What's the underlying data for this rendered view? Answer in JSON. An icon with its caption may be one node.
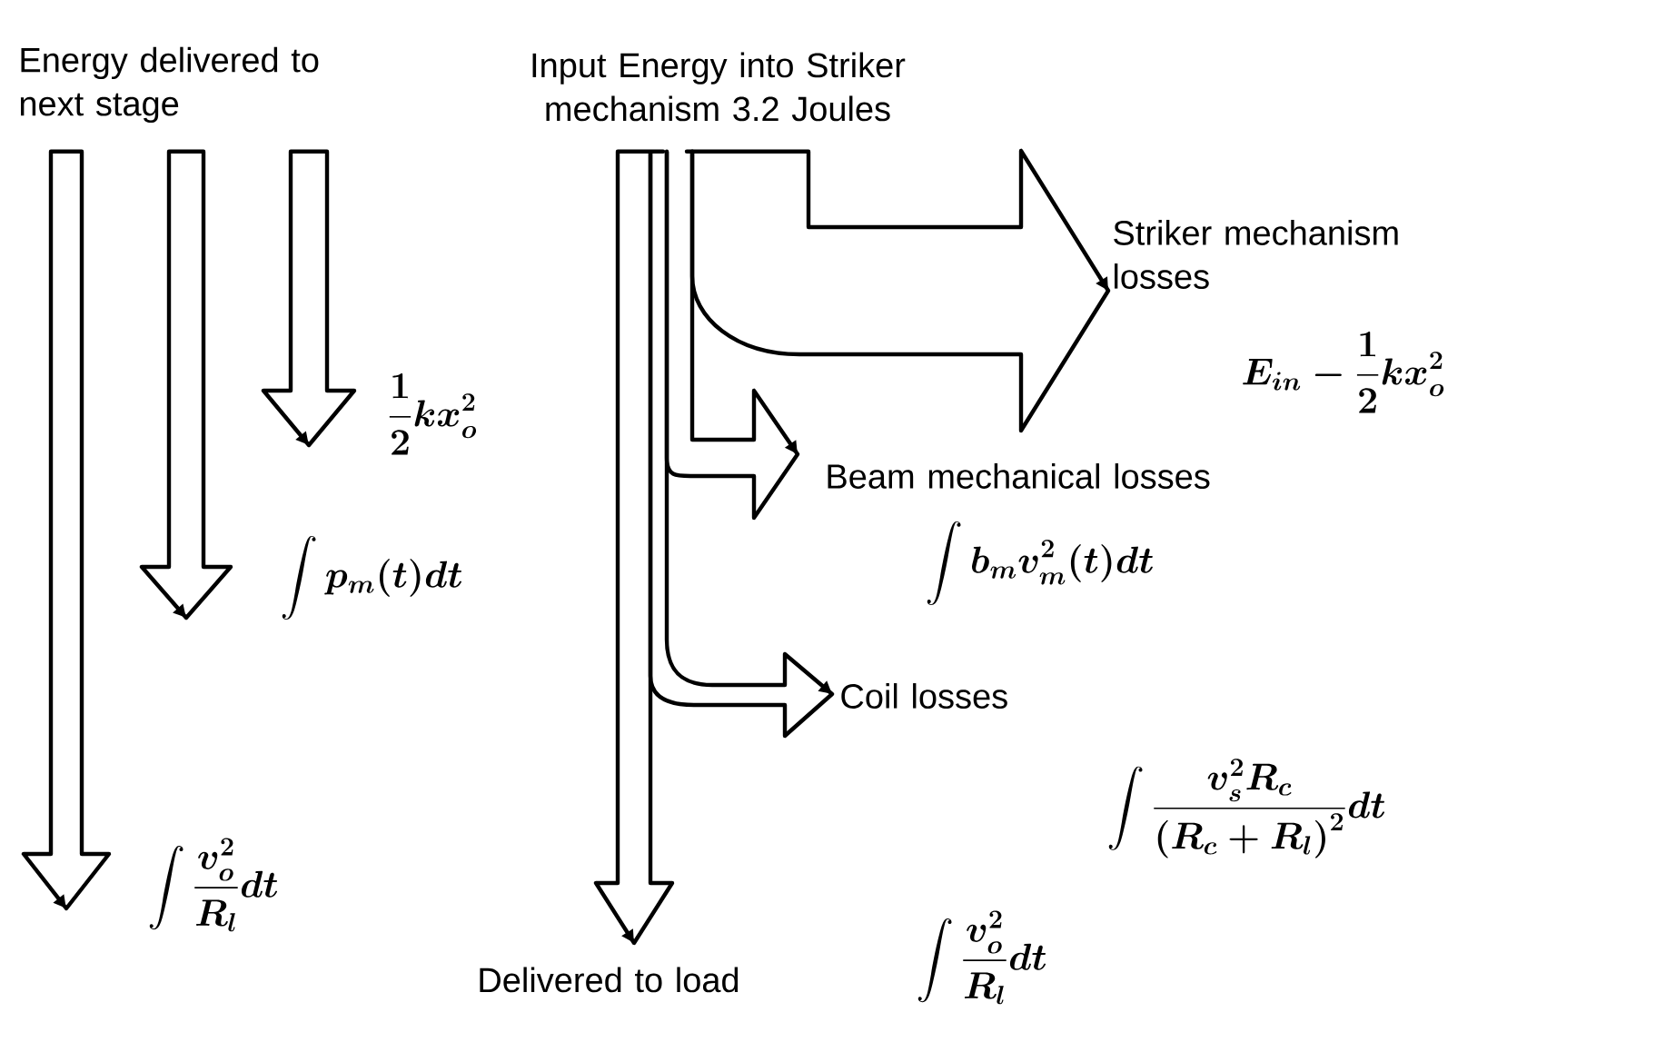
{
  "diagram": {
    "nodes": [
      {
        "text": [
          "Energy delivered to next stage"
        ]
      },
      {
        "text": [
          "Input Energy into Striker mechanism 3.2 Joules"
        ]
      },
      {
        "text": [
          "Striker mechanism losses"
        ],
        "beside": [
          "E_{in}-\\frac{1}{2}kx_o^2"
        ]
      },
      {
        "text": [
          "Beam mechanical losses"
        ],
        "beside": [
          "\\int b_m v_m^2(t)dt"
        ]
      },
      {
        "text": [
          "Coil losses"
        ]
      },
      {
        "text": [
          "Delivered to load"
        ]
      }
    ],
    "edges": [
      {
        "from": 0,
        "to": null,
        "arrow": "to"
      },
      {
        "from": 0,
        "to": null,
        "arrow": "to"
      },
      {
        "from": 0,
        "to": null,
        "arrow": "to"
      },
      {
        "from": 1,
        "to": 2,
        "arrow": "to"
      },
      {
        "from": 1,
        "to": 3,
        "arrow": "to"
      },
      {
        "from": 1,
        "to": 4,
        "arrow": "to"
      },
      {
        "from": 1,
        "to": 5,
        "arrow": "to"
      }
    ],
    "labels": [
      "\\frac{1}{2}kx_o^2",
      "\\int p_m(t)dt",
      "\\int\\frac{v_s^2R_c}{\\left(R_c+R_l\\right)^2}dt",
      "\\int\\frac{v_o^2}{R_l}dt",
      "\\int\\frac{v_o^2}{R_l}dt"
    ]
  }
}
